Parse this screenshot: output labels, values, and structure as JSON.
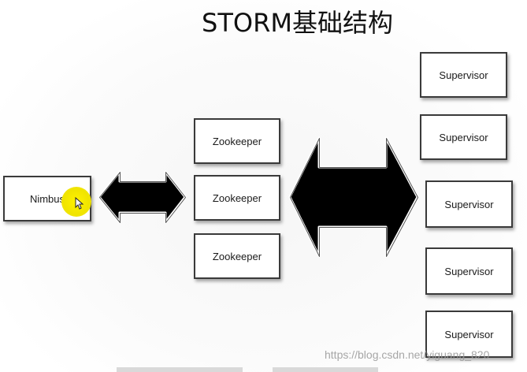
{
  "title": "STORM基础结构",
  "nimbus": {
    "label": "Nimbus"
  },
  "zookeepers": [
    {
      "label": "Zookeeper"
    },
    {
      "label": "Zookeeper"
    },
    {
      "label": "Zookeeper"
    }
  ],
  "supervisors": [
    {
      "label": "Supervisor"
    },
    {
      "label": "Supervisor"
    },
    {
      "label": "Supervisor"
    },
    {
      "label": "Supervisor"
    },
    {
      "label": "Supervisor"
    }
  ],
  "watermark": "https://blog.csdn.net/yiguang_820",
  "colors": {
    "arrow_fill": "#000000",
    "box_border": "#3a3a3a",
    "cursor_highlight": "#fff200"
  }
}
